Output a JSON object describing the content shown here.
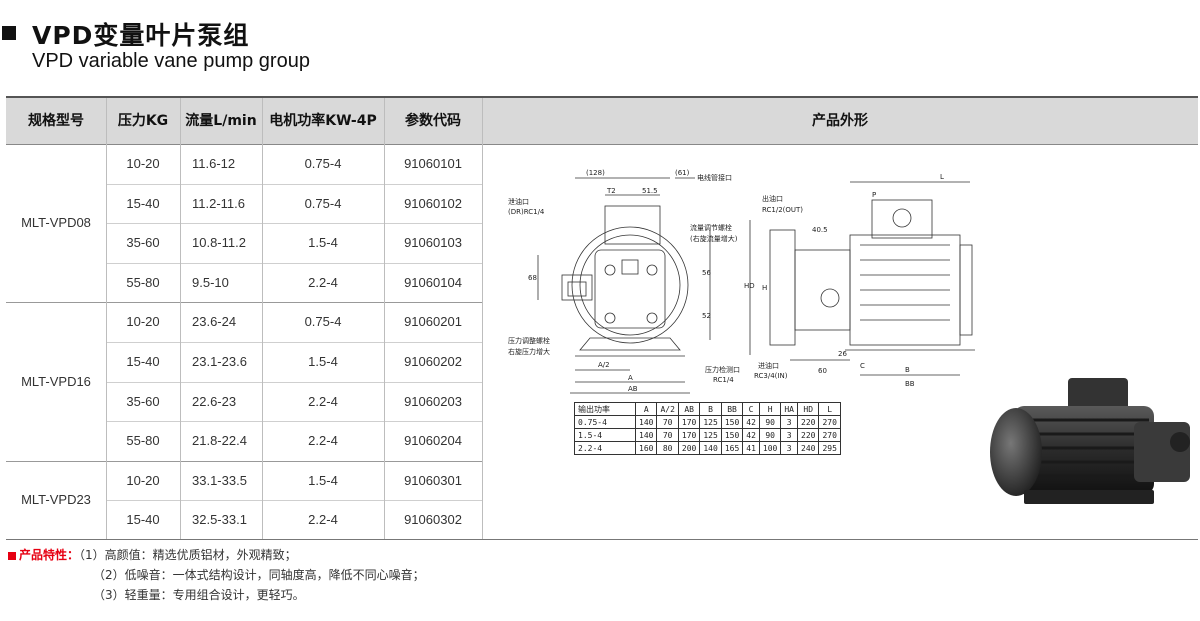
{
  "title": {
    "cn": "VPD变量叶片泵组",
    "en": "VPD variable vane pump group"
  },
  "table": {
    "headers": [
      "规格型号",
      "压力KG",
      "流量L/min",
      "电机功率KW-4P",
      "参数代码",
      "产品外形"
    ],
    "groups": [
      {
        "model": "MLT-VPD08",
        "rows": [
          [
            "10-20",
            "11.6-12",
            "0.75-4",
            "91060101"
          ],
          [
            "15-40",
            "11.2-11.6",
            "0.75-4",
            "91060102"
          ],
          [
            "35-60",
            "10.8-11.2",
            "1.5-4",
            "91060103"
          ],
          [
            "55-80",
            "9.5-10",
            "2.2-4",
            "91060104"
          ]
        ]
      },
      {
        "model": "MLT-VPD16",
        "rows": [
          [
            "10-20",
            "23.6-24",
            "0.75-4",
            "91060201"
          ],
          [
            "15-40",
            "23.1-23.6",
            "1.5-4",
            "91060202"
          ],
          [
            "35-60",
            "22.6-23",
            "2.2-4",
            "91060203"
          ],
          [
            "55-80",
            "21.8-22.4",
            "2.2-4",
            "91060204"
          ]
        ]
      },
      {
        "model": "MLT-VPD23",
        "rows": [
          [
            "10-20",
            "33.1-33.5",
            "1.5-4",
            "91060301"
          ],
          [
            "15-40",
            "32.5-33.1",
            "2.2-4",
            "91060302"
          ]
        ]
      }
    ]
  },
  "drawing": {
    "labels": {
      "dim_128": "(128)",
      "dim_61": "(61)",
      "t2": "T2",
      "dim_515": "51.5",
      "cable": "电线管接口",
      "drain": "泄油口",
      "drain_code": "(DR)RC1/4",
      "flow_adj": "流量调节螺栓",
      "flow_adj_note": "(右旋流量增大)",
      "press_adj": "压力调整螺栓",
      "press_adj_note": "右旋压力增大",
      "press_gauge": "压力检测口",
      "press_gauge_code": "RC1/4",
      "outlet": "出油口",
      "outlet_code": "RC1/2(OUT)",
      "inlet": "进油口",
      "inlet_code": "RC3/4(IN)",
      "dim_68": "68",
      "dim_56": "56",
      "dim_52": "52",
      "hd": "HD",
      "a2": "A/2",
      "a": "A",
      "ab": "AB",
      "l": "L",
      "p": "P",
      "dim_405": "40.5",
      "dim_26": "26",
      "dim_60": "60",
      "c": "C",
      "b": "B",
      "bb": "BB",
      "h": "H"
    },
    "dims_table": {
      "headers": [
        "输出功率",
        "A",
        "A/2",
        "AB",
        "B",
        "BB",
        "C",
        "H",
        "HA",
        "HD",
        "L"
      ],
      "rows": [
        [
          "0.75-4",
          "140",
          "70",
          "170",
          "125",
          "150",
          "42",
          "90",
          "3",
          "220",
          "270"
        ],
        [
          "1.5-4",
          "140",
          "70",
          "170",
          "125",
          "150",
          "42",
          "90",
          "3",
          "220",
          "270"
        ],
        [
          "2.2-4",
          "160",
          "80",
          "200",
          "140",
          "165",
          "41",
          "100",
          "3",
          "240",
          "295"
        ]
      ]
    }
  },
  "features": {
    "label": "产品特性：",
    "items": [
      "（1）高颜值：精选优质铝材，外观精致；",
      "（2）低噪音：一体式结构设计，同轴度高，降低不同心噪音；",
      "（3）轻重量：专用组合设计，更轻巧。"
    ]
  },
  "colors": {
    "accent_red": "#e60012",
    "header_bg": "#d9d9d9",
    "motor": "#2b2b2b"
  }
}
